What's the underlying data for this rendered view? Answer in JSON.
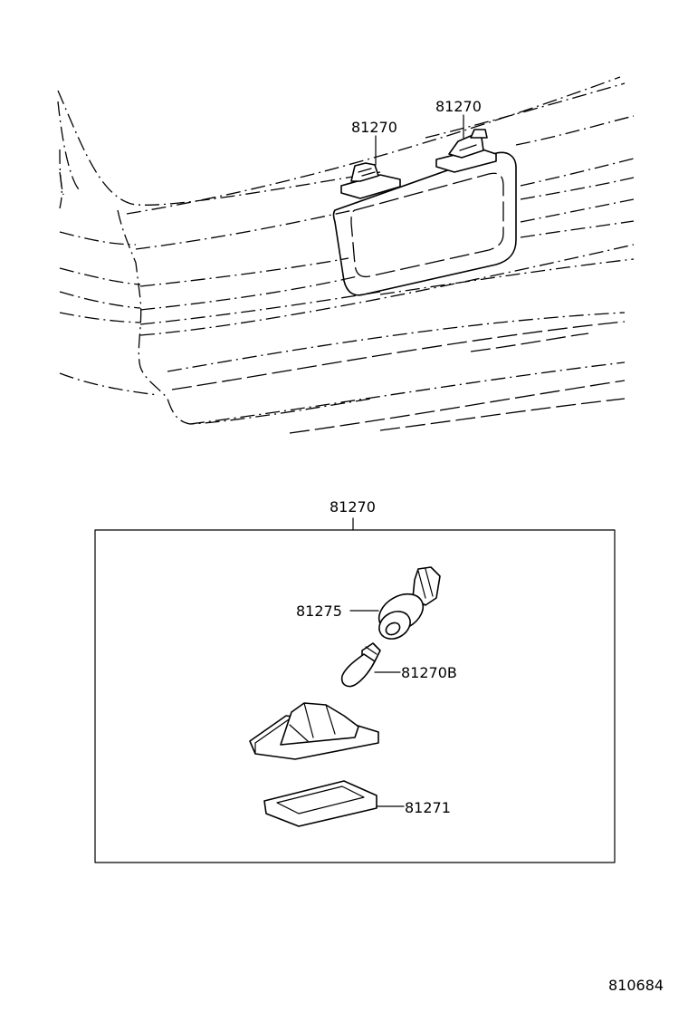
{
  "diagram": {
    "overview_callouts": [
      "81270",
      "81270"
    ],
    "assembly_label": "81270",
    "parts": {
      "socket": "81275",
      "bulb": "81270B",
      "lens": "81271"
    },
    "figure_number": "810684"
  }
}
